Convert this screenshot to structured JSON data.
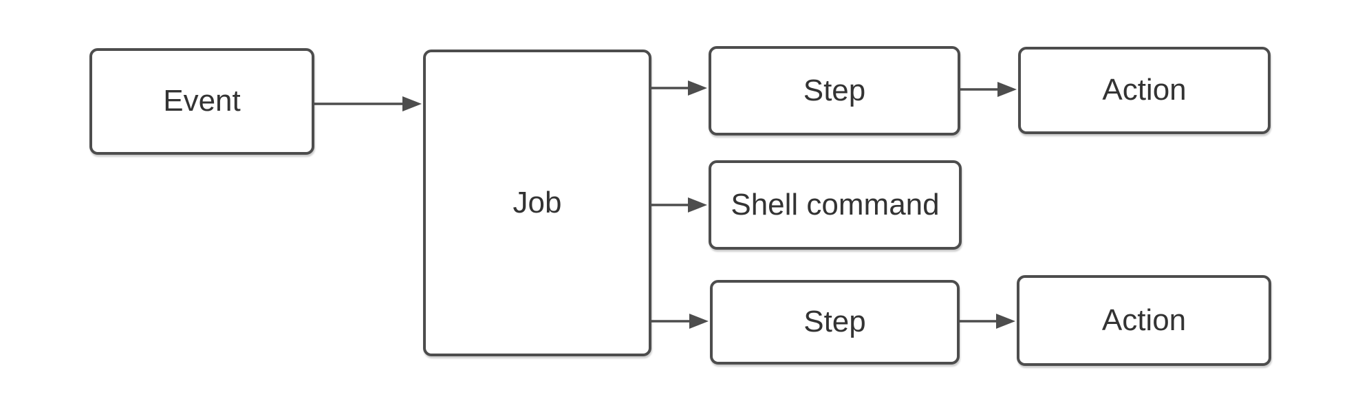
{
  "diagram": {
    "nodes": {
      "event": {
        "label": "Event"
      },
      "job": {
        "label": "Job"
      },
      "step_top": {
        "label": "Step"
      },
      "action_top": {
        "label": "Action"
      },
      "shell_command": {
        "label": "Shell command"
      },
      "step_bottom": {
        "label": "Step"
      },
      "action_bottom": {
        "label": "Action"
      }
    },
    "edges": [
      {
        "from": "event",
        "to": "job"
      },
      {
        "from": "job",
        "to": "step_top"
      },
      {
        "from": "job",
        "to": "shell_command"
      },
      {
        "from": "job",
        "to": "step_bottom"
      },
      {
        "from": "step_top",
        "to": "action_top"
      },
      {
        "from": "step_bottom",
        "to": "action_bottom"
      }
    ],
    "colors": {
      "border": "#4d4d4d",
      "line": "#4d4d4d",
      "text": "#333333",
      "node_fill": "#ffffff",
      "background": "#ffffff"
    }
  }
}
